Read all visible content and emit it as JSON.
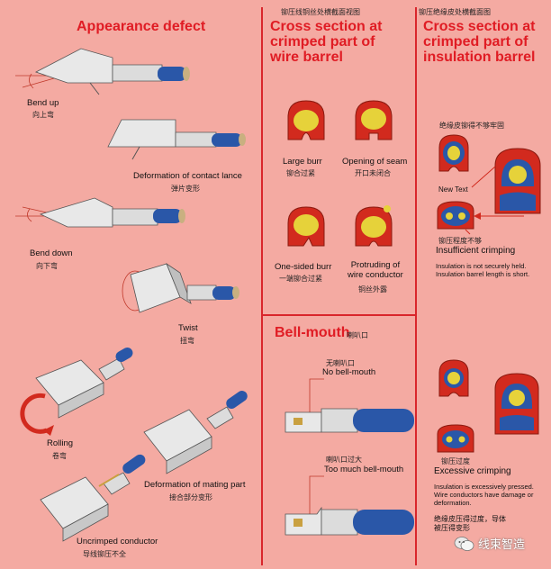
{
  "section1": {
    "title": "Appearance defect",
    "items": [
      {
        "en": "Bend up",
        "cn": "向上弯"
      },
      {
        "en": "Deformation of contact lance",
        "cn": "弹片变形"
      },
      {
        "en": "Bend down",
        "cn": "向下弯"
      },
      {
        "en": "Twist",
        "cn": "扭弯"
      },
      {
        "en": "Rolling",
        "cn": "卷弯"
      },
      {
        "en": "Deformation of mating part",
        "cn": "接合部分变形"
      },
      {
        "en": "Uncrimped conductor",
        "cn": "导线铆压不全"
      }
    ]
  },
  "section2": {
    "cn_header": "铆压线铜丝处横截面视图",
    "title_lines": [
      "Cross section at",
      "crimped part of",
      "wire barrel"
    ],
    "items": [
      {
        "en": "Large burr",
        "cn": "铆合过紧"
      },
      {
        "en": "Opening of seam",
        "cn": "开口未闭合"
      },
      {
        "en": "One-sided burr",
        "cn": "一端铆合过紧"
      },
      {
        "en": "Protruding of",
        "en2": "wire conductor",
        "cn": "铜丝外露"
      }
    ]
  },
  "section3": {
    "title": "Bell-mouth",
    "cn": "喇叭口",
    "items": [
      {
        "cn": "无喇叭口",
        "en": "No bell-mouth"
      },
      {
        "cn": "喇叭口过大",
        "en": "Too much bell-mouth"
      }
    ]
  },
  "section4": {
    "cn_header": "铆压绝缘皮处横截面图",
    "title_lines": [
      "Cross section at",
      "crimped part of",
      "insulation barrel"
    ],
    "insufficient": {
      "cn_top": "绝缘皮铆得不够牢固",
      "new_text": "New Text",
      "cn_bottom": "铆压程度不够",
      "en": "Insufficient crimping",
      "notes": [
        "Insulation is not securely held.",
        "Insulation barrel length is short."
      ]
    },
    "excessive": {
      "cn": "铆压过度",
      "en": "Excessive crimping",
      "notes": [
        "Insulation is excessively pressed.",
        "Wire conductors have damage or",
        "deformation."
      ],
      "cn_note": [
        "绝缘皮压得过度，导体",
        "被压得变形"
      ]
    }
  },
  "watermark": {
    "text": "线束智造"
  },
  "colors": {
    "background": "#f4aaa2",
    "title_red": "#e01c24",
    "divider": "#d9262c",
    "copper": "#d22a1e",
    "strand": "#e6d23a",
    "insulation_blue": "#2a57a8"
  }
}
